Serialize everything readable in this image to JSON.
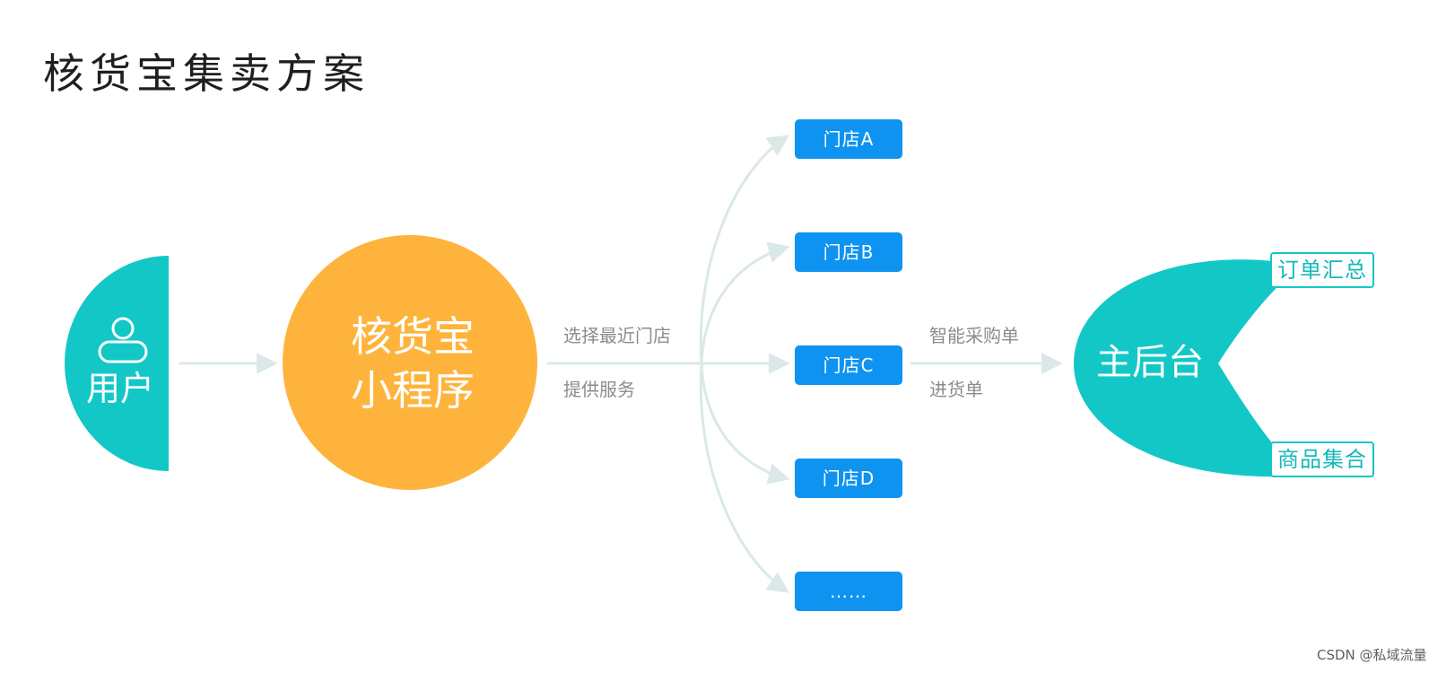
{
  "title": "核货宝集卖方案",
  "user": {
    "label": "用户",
    "icon": "user-icon"
  },
  "app": {
    "line1": "核货宝",
    "line2": "小程序"
  },
  "edge_to_stores": {
    "top": "选择最近门店",
    "bottom": "提供服务"
  },
  "stores": [
    {
      "label": "门店A"
    },
    {
      "label": "门店B"
    },
    {
      "label": "门店C"
    },
    {
      "label": "门店D"
    },
    {
      "label": "……"
    }
  ],
  "edge_to_backend": {
    "top": "智能采购单",
    "bottom": "进货单"
  },
  "backend": {
    "label": "主后台",
    "tags": [
      "订单汇总",
      "商品集合"
    ]
  },
  "watermark": "CSDN @私域流量",
  "colors": {
    "teal": "#13c7c7",
    "orange": "#feb43c",
    "blue": "#0f93f0",
    "arrow": "#dbe8e8"
  }
}
